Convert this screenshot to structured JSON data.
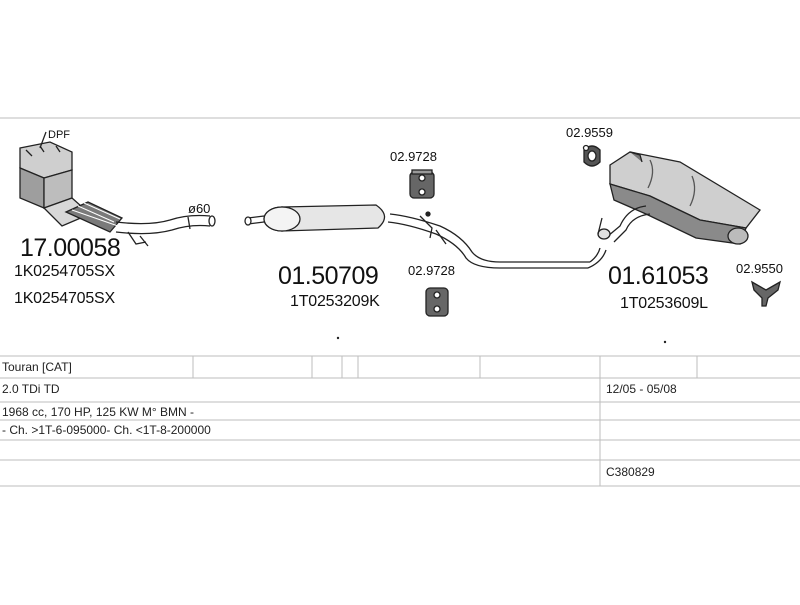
{
  "parts": {
    "dpf_label": "DPF",
    "diameter_label": "ø60",
    "dpf": {
      "code": "17.00058",
      "oem_1": "1K0254705SX",
      "oem_2": "1K0254705SX"
    },
    "middle_silencer": {
      "code": "01.50709",
      "oem": "1T0253209K"
    },
    "rear_silencer": {
      "code": "01.61053",
      "oem": "1T0253609L"
    },
    "hanger_1": {
      "code": "02.9728"
    },
    "hanger_2": {
      "code": "02.9728"
    },
    "rubber_ring": {
      "code": "02.9559"
    },
    "clamp": {
      "code": "02.9550"
    }
  },
  "table": {
    "model": "Touran  [CAT]",
    "engine": "2.0 TDi TD",
    "years": "12/05 - 05/08",
    "specs": "1968 cc, 170 HP, 125 KW M° BMN -",
    "chassis": "- Ch. >1T-6-095000- Ch. <1T-8-200000",
    "kit_code": "C380829"
  },
  "colors": {
    "line": "#bdbdbd",
    "ink": "#222222"
  }
}
